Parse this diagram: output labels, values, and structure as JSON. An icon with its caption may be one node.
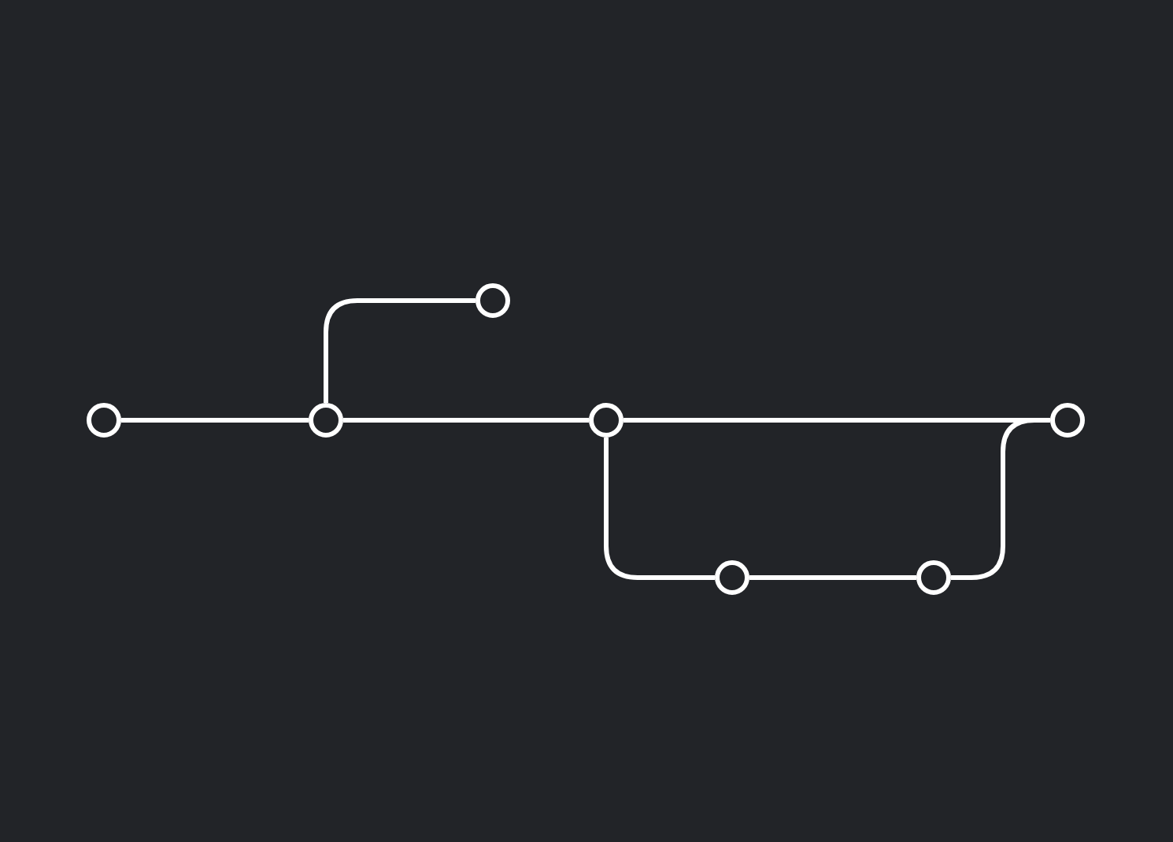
{
  "diagram": {
    "nodes": [
      {
        "text": [],
        "shape": "circle"
      },
      {
        "text": [],
        "shape": "circle"
      },
      {
        "text": [],
        "shape": "circle"
      },
      {
        "text": [],
        "shape": "circle"
      },
      {
        "text": [],
        "shape": "circle"
      },
      {
        "text": [],
        "shape": "circle"
      },
      {
        "text": [],
        "shape": "circle"
      }
    ],
    "edges": [
      {
        "from": 0,
        "to": 1,
        "arrow": "none"
      },
      {
        "from": 1,
        "to": 2,
        "arrow": "none"
      },
      {
        "from": 1,
        "to": 3,
        "arrow": "none"
      },
      {
        "from": 3,
        "to": 4,
        "arrow": "none"
      },
      {
        "from": 4,
        "to": 5,
        "arrow": "none"
      },
      {
        "from": 5,
        "to": 6,
        "arrow": "none"
      },
      {
        "from": 3,
        "to": 6,
        "arrow": "none"
      }
    ]
  }
}
